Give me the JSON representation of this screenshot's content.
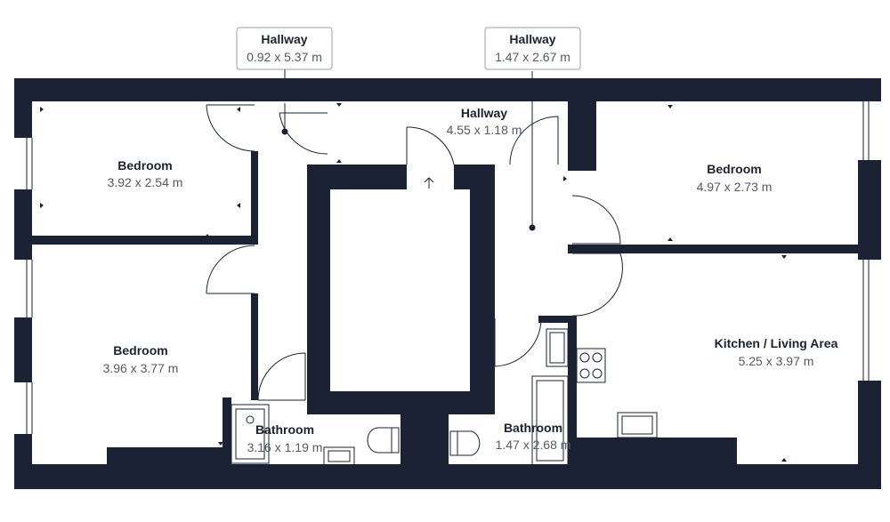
{
  "colors": {
    "wall": "#1a2233",
    "line": "#1a2233",
    "background": "#ffffff",
    "dim_text": "#555a63"
  },
  "callouts": [
    {
      "title": "Hallway",
      "dims": "0.92 x 5.37 m"
    },
    {
      "title": "Hallway",
      "dims": "1.47 x 2.67 m"
    }
  ],
  "rooms": [
    {
      "title": "Hallway",
      "dims": "4.55 x 1.18 m"
    },
    {
      "title": "Bedroom",
      "dims": "3.92 x 2.54 m"
    },
    {
      "title": "Bedroom",
      "dims": "4.97 x 2.73 m"
    },
    {
      "title": "Bedroom",
      "dims": "3.96 x 3.77 m"
    },
    {
      "title": "Kitchen / Living Area",
      "dims": "5.25 x 3.97 m"
    },
    {
      "title": "Bathroom",
      "dims": "3.16 x 1.19 m"
    },
    {
      "title": "Bathroom",
      "dims": "1.47 x 2.68 m"
    }
  ]
}
